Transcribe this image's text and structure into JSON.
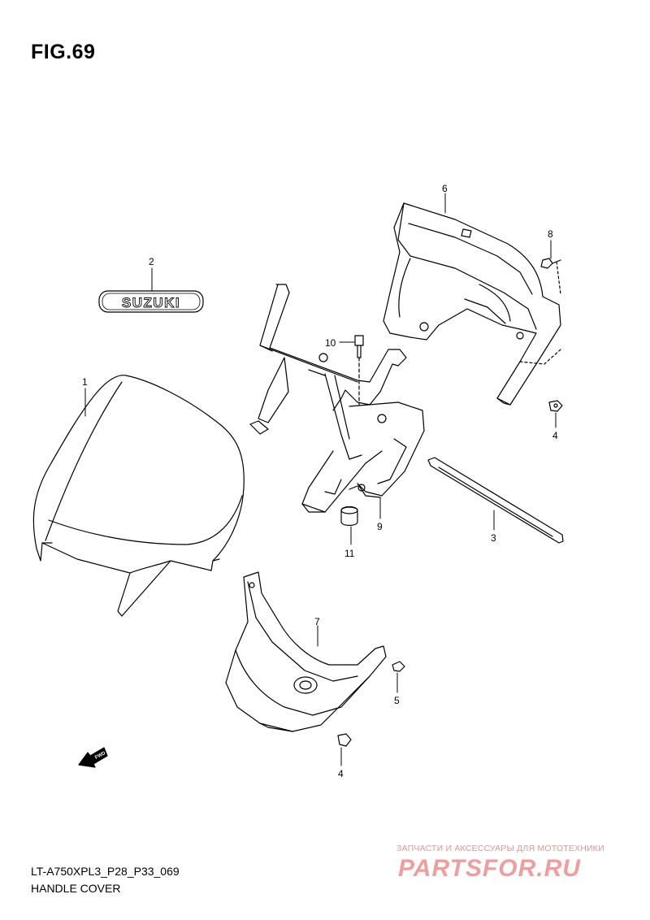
{
  "figure": {
    "title": "FIG.69",
    "model_code": "LT-A750XPL3_P28_P33_069",
    "section_name": "HANDLE COVER"
  },
  "emblem_text": "SUZUKI",
  "fwd_arrow_label": "FWD",
  "callouts": [
    "1",
    "2",
    "3",
    "4",
    "4",
    "5",
    "6",
    "7",
    "8",
    "9",
    "10",
    "11"
  ],
  "parts": [
    {
      "ref": "1",
      "name": "handle-cover-front"
    },
    {
      "ref": "2",
      "name": "suzuki-emblem"
    },
    {
      "ref": "3",
      "name": "cushion-strip"
    },
    {
      "ref": "4",
      "name": "clip"
    },
    {
      "ref": "5",
      "name": "clip"
    },
    {
      "ref": "6",
      "name": "handle-cover-rear"
    },
    {
      "ref": "7",
      "name": "handle-cover-lower"
    },
    {
      "ref": "8",
      "name": "screw"
    },
    {
      "ref": "9",
      "name": "bracket"
    },
    {
      "ref": "10",
      "name": "bolt"
    },
    {
      "ref": "11",
      "name": "cushion"
    }
  ],
  "watermark": {
    "line1": "ЗАПЧАСТИ И АКСЕССУАРЫ ДЛЯ МОТОТЕХНИКИ",
    "logo": "PARTSFOR.RU"
  },
  "colors": {
    "line": "#000000",
    "watermark_text": "#d89a9a",
    "watermark_logo": "#e05050"
  }
}
